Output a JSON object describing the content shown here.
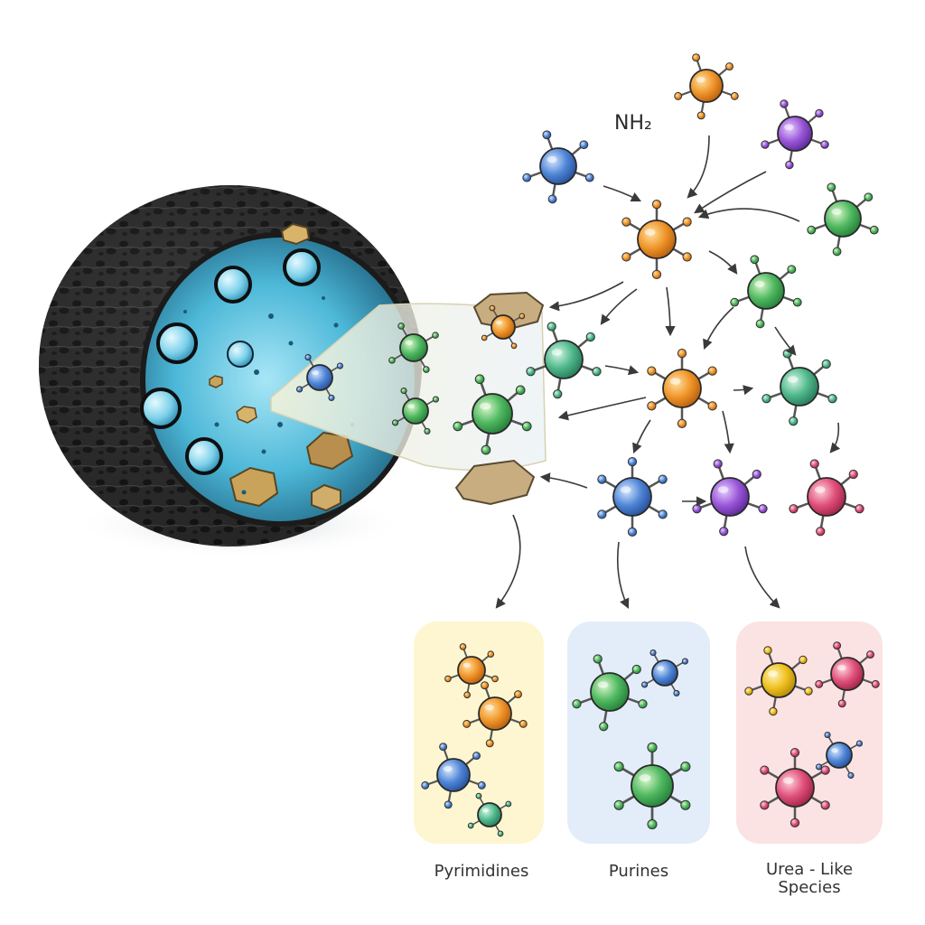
{
  "annotation": "NH₂",
  "categories": [
    {
      "id": "pyrimidines",
      "label": "Pyrimidines",
      "fill": "#fdf6d0"
    },
    {
      "id": "purines",
      "label": "Purines",
      "fill": "#e3edf9"
    },
    {
      "id": "urea",
      "label_line1": "Urea - Like",
      "label_line2": "Species",
      "fill": "#fbe3e3"
    }
  ],
  "colors": {
    "rock": "#2e2e2e",
    "interior": "#4db8d8",
    "orange": "#f0952a",
    "purple": "#9a57d8",
    "green": "#4fb860",
    "teal": "#4fb88a",
    "blue": "#4f86d6",
    "pink": "#e0507a",
    "yellow": "#f0c020",
    "arrow": "#3a3a3a"
  }
}
